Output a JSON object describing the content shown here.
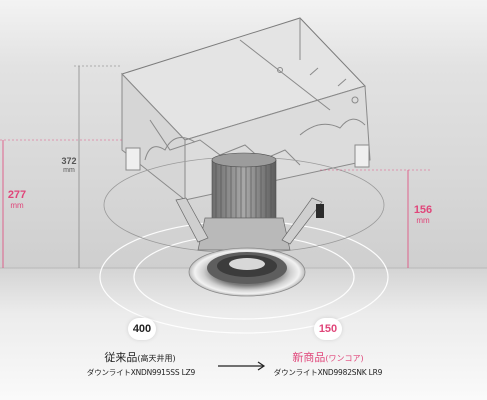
{
  "colors": {
    "accent_pink": "#e0467a",
    "text_gray": "#555555",
    "ceiling_gray": "#d9d9d9",
    "floor_light": "#eeeeee"
  },
  "dimensions": {
    "height_old": {
      "value": "372",
      "unit": "mm"
    },
    "embed_old": {
      "value": "277",
      "unit": "mm"
    },
    "embed_new": {
      "value": "156",
      "unit": "mm"
    }
  },
  "badges": {
    "old": "400",
    "new": "150"
  },
  "comparison": {
    "old_title": "従来品",
    "old_title_sub": "(高天井用)",
    "old_model": "ダウンライトXNDN9915SS LZ9",
    "new_title": "新商品",
    "new_title_sub": "(ワンコア)",
    "new_model": "ダウンライトXND9982SNK LR9",
    "arrow_icon": "arrow-right-icon"
  }
}
